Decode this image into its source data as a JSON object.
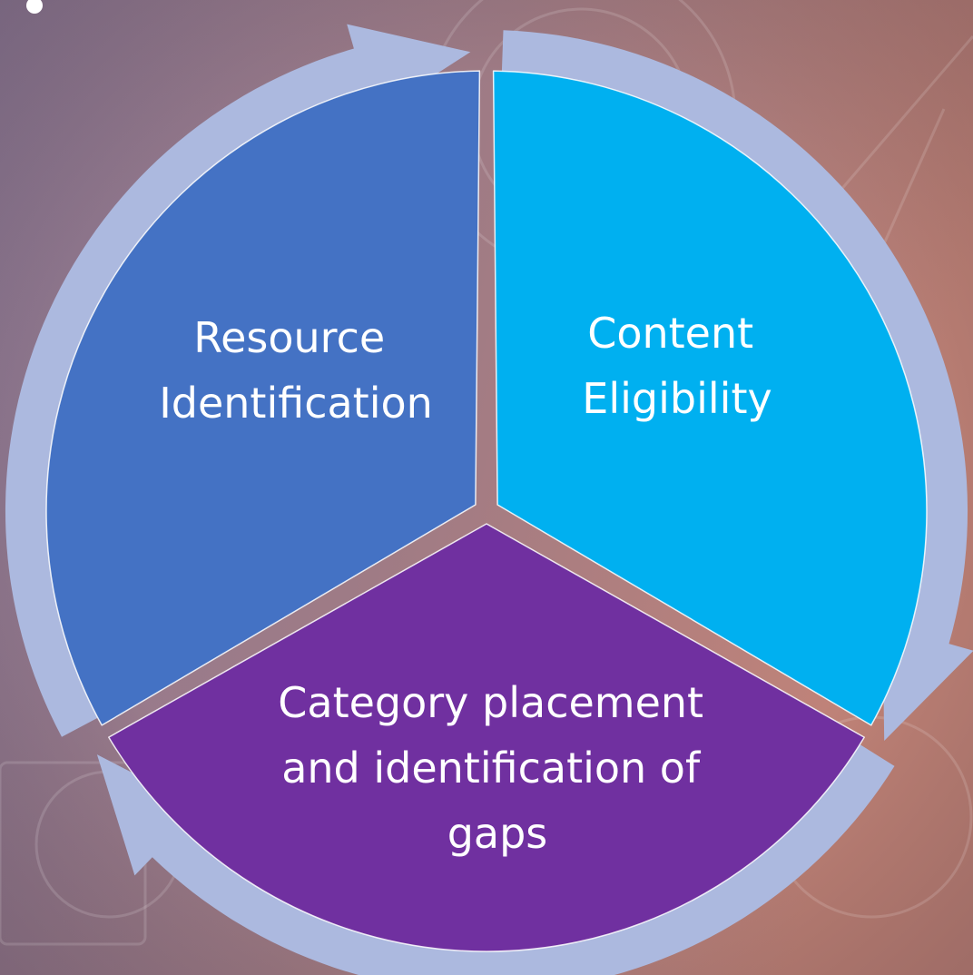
{
  "diagram": {
    "type": "cycle",
    "bullet_visible": true,
    "segments": [
      {
        "label_lines": [
          "Resource",
          "Identification"
        ],
        "color": "#4472c4"
      },
      {
        "label_lines": [
          "Content",
          "Eligibility"
        ],
        "color": "#00b0f0"
      },
      {
        "label_lines": [
          "Category placement",
          "and identification of",
          "gaps"
        ],
        "color": "#7030a0"
      }
    ],
    "arrow_ring_color": "#acb9df",
    "background_colors": {
      "left": "#8f7a96",
      "middle": "#9f7b85",
      "right": "#c18378"
    }
  }
}
